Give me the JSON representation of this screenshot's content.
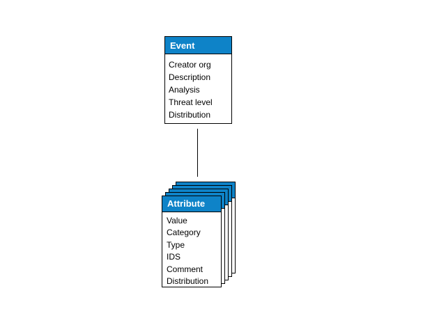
{
  "colors": {
    "header_blue": "#0e83c8",
    "border_color": "#000000",
    "card_bg": "#ffffff",
    "header_text": "#ffffff",
    "body_text": "#000000",
    "canvas_bg": "#ffffff"
  },
  "event": {
    "title": "Event",
    "fields": [
      "Creator org",
      "Description",
      "Analysis",
      "Threat level",
      "Distribution"
    ]
  },
  "attribute": {
    "title": "Attribute",
    "stack_count": 5,
    "fields": [
      "Value",
      "Category",
      "Type",
      "IDS",
      "Comment",
      "Distribution"
    ]
  },
  "connector": {
    "type": "vertical-line",
    "from": "event",
    "to": "attribute-stack"
  }
}
